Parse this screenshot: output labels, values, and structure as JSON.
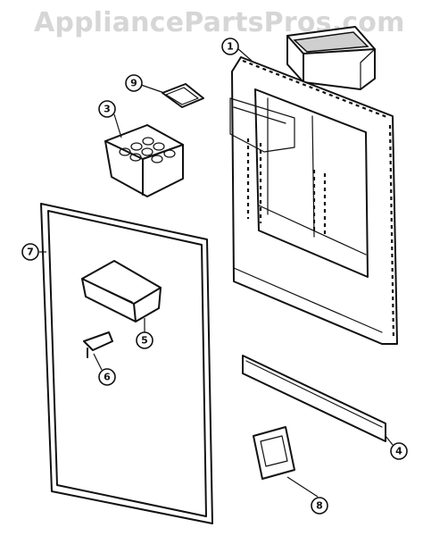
{
  "watermark": "AppliancePartsPros.com",
  "parts": [
    {
      "id": "1",
      "label": "1"
    },
    {
      "id": "3",
      "label": "3"
    },
    {
      "id": "4",
      "label": "4"
    },
    {
      "id": "5",
      "label": "5"
    },
    {
      "id": "6",
      "label": "6"
    },
    {
      "id": "7",
      "label": "7"
    },
    {
      "id": "8",
      "label": "8"
    },
    {
      "id": "9",
      "label": "9"
    }
  ]
}
